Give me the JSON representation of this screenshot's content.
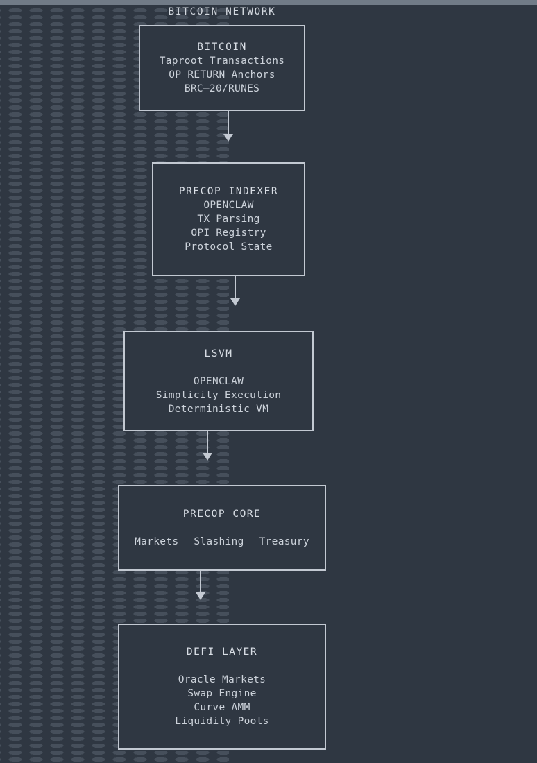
{
  "diagram": {
    "title": "BITCOIN NETWORK",
    "colors": {
      "background": "#2f3742",
      "box_border": "#c3c9d2",
      "text": "#ccd1d9",
      "grid_dot": "#464f5b",
      "top_bar": "#717b87"
    },
    "nodes": [
      {
        "id": "bitcoin",
        "title": "BITCOIN",
        "lines": [
          "Taproot Transactions",
          "OP_RETURN Anchors",
          "BRC—20/RUNES"
        ]
      },
      {
        "id": "indexer",
        "title": "PRECOP INDEXER",
        "lines": [
          "OPENCLAW",
          "TX Parsing",
          "OPI Registry",
          "Protocol State"
        ]
      },
      {
        "id": "lsvm",
        "title": "LSVM",
        "lines": [
          "OPENCLAW",
          "Simplicity Execution",
          "Deterministic VM"
        ]
      },
      {
        "id": "core",
        "title": "PRECOP CORE",
        "lines": [
          "Markets",
          "Slashing",
          "Treasury"
        ]
      },
      {
        "id": "defi",
        "title": "DEFI LAYER",
        "lines": [
          "Oracle Markets",
          "Swap Engine",
          "Curve AMM",
          "Liquidity Pools"
        ]
      }
    ],
    "connectors": [
      {
        "id": "conn-1",
        "from": "bitcoin",
        "to": "indexer",
        "arrow": "down-arrow"
      },
      {
        "id": "conn-2",
        "from": "indexer",
        "to": "lsvm",
        "arrow": "down-arrow"
      },
      {
        "id": "conn-3",
        "from": "lsvm",
        "to": "core",
        "arrow": "down-arrow"
      },
      {
        "id": "conn-4",
        "from": "core",
        "to": "defi",
        "arrow": "down-arrow"
      }
    ]
  }
}
